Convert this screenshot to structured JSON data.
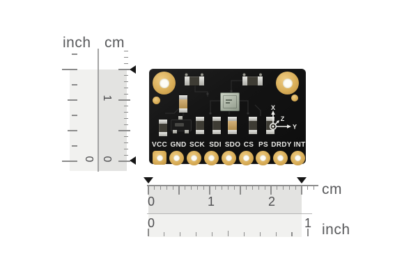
{
  "colors": {
    "pcb_black": "#141414",
    "pad_gold": "#d9ae58",
    "ruler_label_text": "#58595b",
    "ruler_number_text": "#4d4d4f",
    "cm_band_gray": "#e3e3e1",
    "inch_band_gray": "#f1f1ef",
    "tick_gray": "#8a8a8a",
    "extent_marker_black": "#151515",
    "silkscreen_white": "#e9e9e6"
  },
  "icons": {
    "extent_marker_left": "left-pointing-triangle",
    "extent_marker_down": "down-pointing-triangle",
    "axis_origin": "circled-dot"
  },
  "left_rulers": {
    "inch_label": "inch",
    "cm_label": "cm",
    "cm_numbers": [
      "1",
      "0"
    ],
    "inch_numbers": [
      "0"
    ]
  },
  "bottom_rulers": {
    "cm_label": "cm",
    "inch_label": "inch",
    "cm_numbers": [
      "0",
      "1",
      "2"
    ],
    "inch_numbers": [
      "0",
      "1"
    ]
  },
  "board": {
    "pin_labels": [
      "VCC",
      "GND",
      "SCK",
      "SDI",
      "SDO",
      "CS",
      "PS",
      "DRDY",
      "INT"
    ],
    "axis_labels": {
      "x": "X",
      "y": "Y",
      "z": "Z"
    }
  }
}
